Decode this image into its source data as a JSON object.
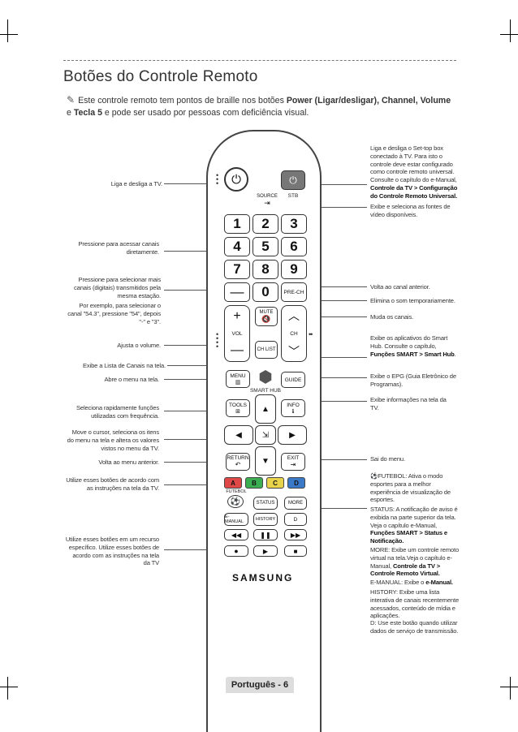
{
  "page": {
    "title": "Botões do Controle Remoto",
    "intro_prefix": "Este controle remoto tem pontos de braille nos botões ",
    "intro_bold": "Power (Ligar/desligar), Channel, Volume",
    "intro_mid": " e ",
    "intro_bold2": "Tecla 5",
    "intro_suffix": " e pode ser usado por pessoas com deficiência visual.",
    "note_icon": "pencil-note-icon",
    "footer": "Português - 6"
  },
  "left_labels": {
    "power": "Liga e desliga a TV.",
    "digits": "Pressione para acessar canais diretamente.",
    "prech_a": "Pressione para selecionar mais canais (digitais) transmitidos pela mesma estação.",
    "prech_b": "Por exemplo, para selecionar o canal \"54.3\", pressione \"54\", depois \"-\" e \"3\".",
    "volume": "Ajusta o volume.",
    "chlist": "Exibe a Lista de Canais na tela.",
    "menu": "Abre o menu na tela.",
    "tools": "Seleciona rapidamente funções utilizadas com frequência.",
    "nav": "Move o cursor, seleciona os itens do menu na tela e altera os valores vistos no menu da TV.",
    "return": "Volta ao menu anterior.",
    "color": "Utilize esses botões de acordo com as instruções na tela da TV.",
    "media": "Utilize esses botões em um recurso específico. Utilize esses botões de acordo com as instruções na tela da TV"
  },
  "right_labels": {
    "stb_a": "Liga e desliga o Set-top box conectado à TV. Para isto o controle deve estar configurado como controle remoto universal. Consulte o capítulo do e-Manual,",
    "stb_b": "Controle da TV > Configuração do Controle Remoto Universal.",
    "source": "Exibe e seleciona as fontes de vídeo disponíveis.",
    "prech": "Volta ao canal anterior.",
    "mute": "Elimina o som temporariamente.",
    "ch": "Muda os canais.",
    "smarthub_a": "Exibe os aplicativos do Smart Hub. Consulte o capítulo,",
    "smarthub_b": "Funções SMART > Smart Hub",
    "guide": "Exibe o EPG (Guia Eletrônico de Programas).",
    "info": "Exibe informações na tela da TV.",
    "exit": "Sai do menu.",
    "futebol": "FUTEBOL: Ativa o modo esportes para a melhor experiência de visualização de esportes.",
    "status_a": "STATUS: A notificação de aviso é exibida na parte superior da tela. Veja o capítulo e-Manual,",
    "status_b": "Funções SMART > Status e Notificação.",
    "more_a": "MORE: Exibe um controle remoto virtual na tela.Veja o capítulo e-Manual,",
    "more_b": "Controle da TV > Controle Remoto Virtual.",
    "emanual_a": "E-MANUAL: Exibe o ",
    "emanual_b": "e-Manual.",
    "history": "HISTORY: Exibe uma lista interativa de canais recentemente acessados, conteúdo de mídia e aplicações.",
    "d": "D: Use este botão quando utilizar dados de serviço de transmissão."
  },
  "remote": {
    "source": "SOURCE",
    "stb": "STB",
    "digits": [
      "1",
      "2",
      "3",
      "4",
      "5",
      "6",
      "7",
      "8",
      "9"
    ],
    "dash": "—",
    "zero": "0",
    "prech": "PRE-CH",
    "mute": "MUTE",
    "vol": "VOL",
    "ch": "CH",
    "chlist": "CH LIST",
    "menu": "MENU",
    "guide": "GUIDE",
    "smart_hub": "SMART HUB",
    "tools": "TOOLS",
    "info": "INFO",
    "return": "RETURN",
    "exit": "EXIT",
    "colors": [
      {
        "label": "A",
        "color": "#e04848"
      },
      {
        "label": "B",
        "color": "#3cae52"
      },
      {
        "label": "C",
        "color": "#e8d34a"
      },
      {
        "label": "D",
        "color": "#3a78c8"
      }
    ],
    "futebol": "FUTEBOL",
    "status": "STATUS",
    "more": "MORE",
    "emanual": "E-MANUAL",
    "history": "HISTORY",
    "d": "D",
    "brand": "SAMSUNG"
  }
}
